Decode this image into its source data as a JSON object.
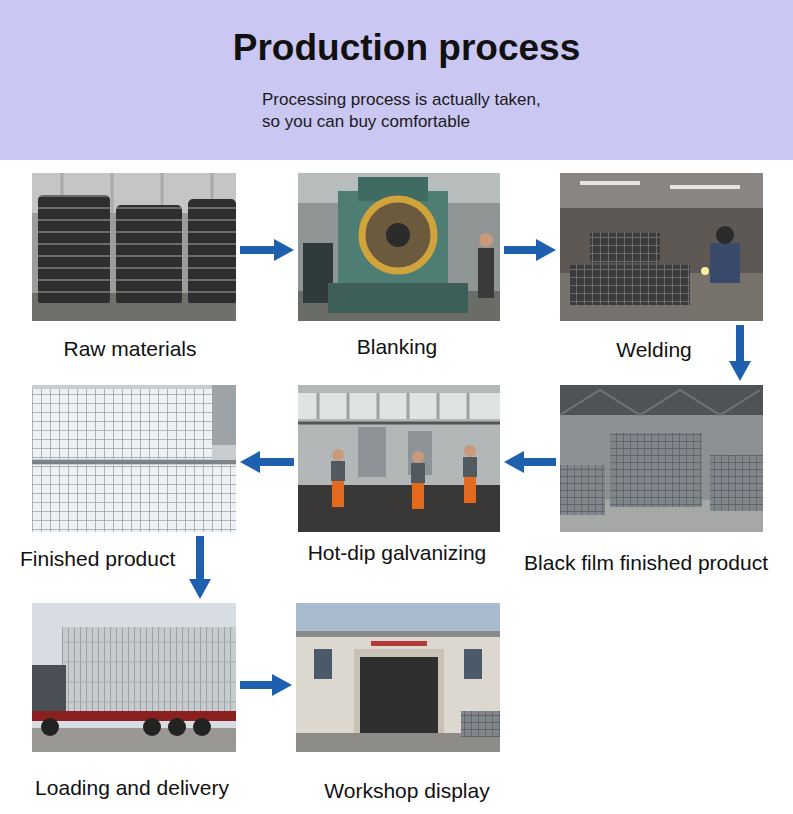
{
  "diagram": {
    "title": "Production process",
    "nodes": [
      {
        "text": [
          "Raw materials"
        ]
      },
      {
        "text": [
          "Blanking"
        ]
      },
      {
        "text": [
          "Welding"
        ]
      },
      {
        "text": [
          "Finished product"
        ]
      },
      {
        "text": [
          "Hot-dip galvanizing"
        ]
      },
      {
        "text": [
          "Black film finished product"
        ]
      },
      {
        "text": [
          "Loading and delivery"
        ]
      },
      {
        "text": [
          "Workshop display"
        ]
      }
    ],
    "edges": [
      {
        "from": 0,
        "to": 1,
        "arrow": "to"
      },
      {
        "from": 1,
        "to": 2,
        "arrow": "to"
      },
      {
        "from": 2,
        "to": 5,
        "arrow": "to"
      },
      {
        "from": 5,
        "to": 4,
        "arrow": "to"
      },
      {
        "from": 4,
        "to": 3,
        "arrow": "to"
      },
      {
        "from": 3,
        "to": 6,
        "arrow": "to"
      },
      {
        "from": 6,
        "to": 7,
        "arrow": "to"
      }
    ],
    "labels": [
      "Processing process is actually taken, so you can buy comfortable"
    ]
  }
}
